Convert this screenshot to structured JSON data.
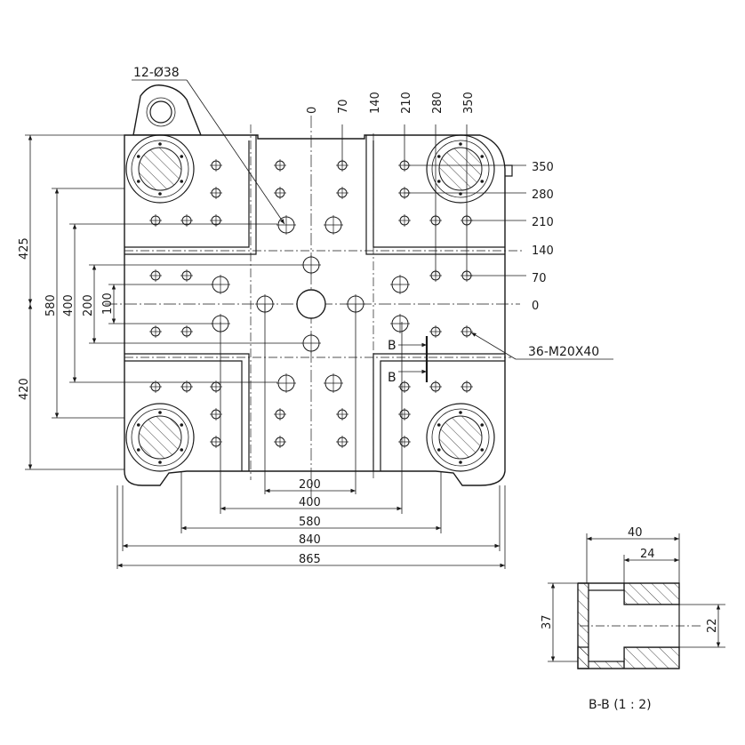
{
  "hole_callout": "12-Ø38",
  "thread_callout": "36-M20X40",
  "top_scale": [
    "0",
    "70",
    "140",
    "210",
    "280",
    "350"
  ],
  "right_scale": [
    "350",
    "280",
    "210",
    "140",
    "70",
    "0"
  ],
  "bottom_dims": [
    "200",
    "400",
    "580",
    "840",
    "865"
  ],
  "left_dims": [
    "425",
    "580",
    "400",
    "200",
    "100",
    "420"
  ],
  "section_marker": "B",
  "section": {
    "width_outer": "40",
    "width_inner": "24",
    "height_outer": "37",
    "height_inner": "22",
    "caption": "B-B (1 : 2)"
  },
  "colors": {
    "line": "#1a1a1a",
    "background": "#ffffff"
  }
}
